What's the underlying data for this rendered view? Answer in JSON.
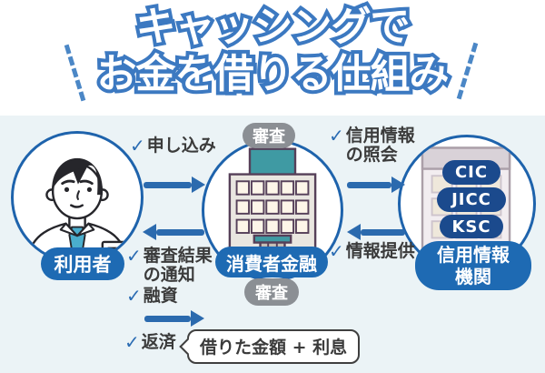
{
  "title": {
    "line1": "キャッシングで",
    "line2": "お金を借りる仕組み"
  },
  "entities": {
    "user": {
      "label": "利用者"
    },
    "finance": {
      "label": "消費者金融",
      "screening_top": "審査",
      "screening_bottom": "審査"
    },
    "agency": {
      "label_line1": "信用情報",
      "label_line2": "機関",
      "bureaus": [
        "CIC",
        "JICC",
        "KSC"
      ]
    }
  },
  "flows": {
    "apply": "申し込み",
    "credit_inquiry_line1": "信用情報",
    "credit_inquiry_line2": "の照会",
    "info_provision": "情報提供",
    "screening_result_line1": "審査結果",
    "screening_result_line2": "の通知",
    "loan": "融資",
    "repayment": "返済",
    "repayment_note": "借りた金額 + 利息"
  },
  "glyphs": {
    "check": "✓"
  },
  "colors": {
    "title_outline_blue": "#3c79c1",
    "primary_blue": "#1e6ab3",
    "navy": "#1b4a8d",
    "badge_gray": "#8b8f94",
    "arrow_blue": "#2b6aae",
    "teal": "#3f9aa3",
    "background_light_blue": "#ebf3f6",
    "text_dark": "#3b3b3b"
  }
}
